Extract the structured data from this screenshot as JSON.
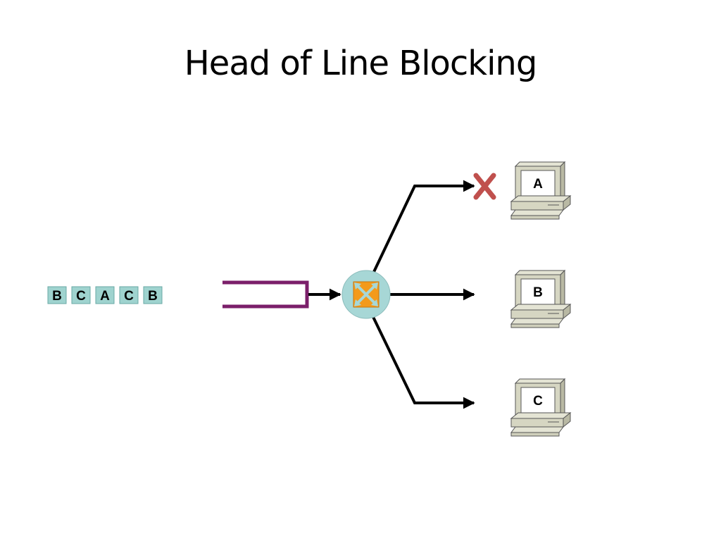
{
  "slide": {
    "title": "Head of Line Blocking"
  },
  "queue": {
    "packets": [
      "B",
      "C",
      "A",
      "C",
      "B"
    ]
  },
  "hosts": [
    {
      "label": "A",
      "blocked": true
    },
    {
      "label": "B",
      "blocked": false
    },
    {
      "label": "C",
      "blocked": false
    }
  ],
  "colors": {
    "packet_fill": "#9fd3cf",
    "packet_border": "#6aa8a4",
    "queue_buffer": "#7b1f6a",
    "switch_circle": "#a7d7d6",
    "switch_icon": "#f39a1b",
    "blocked_mark": "#c0504d",
    "link": "#000000"
  },
  "icons": {
    "switch": "switch-crossbar-icon",
    "host": "desktop-computer-icon",
    "blocked": "x-mark-icon"
  }
}
